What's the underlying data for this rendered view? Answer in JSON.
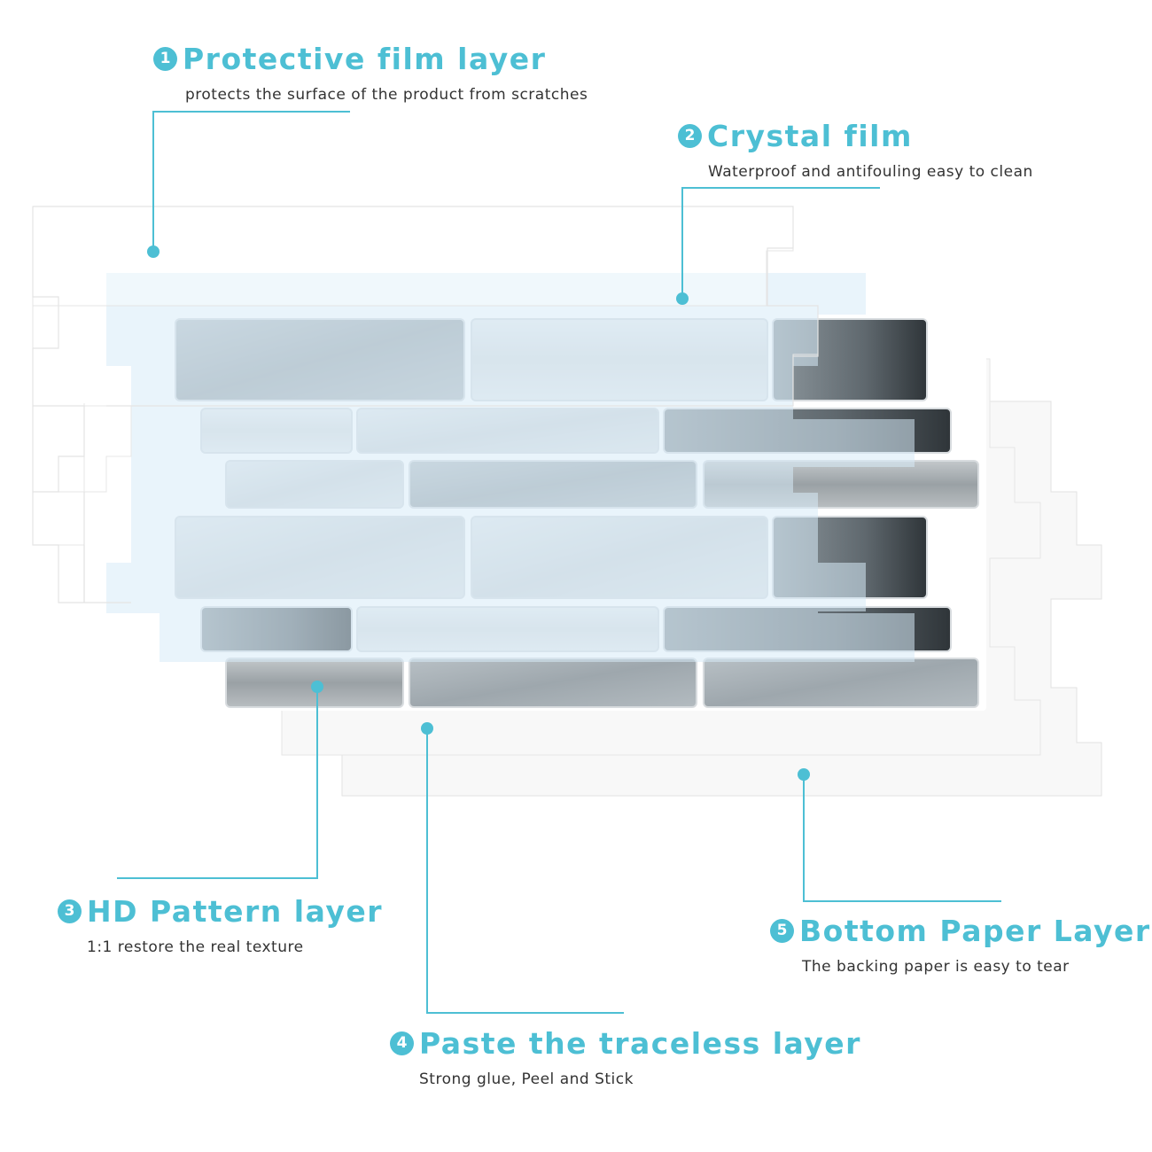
{
  "colors": {
    "accent": "#4dbfd4",
    "glass": "#d7ebf7",
    "paper": "#f8f8f8",
    "grout": "#ffffff",
    "tile_light": "#d2d8dc",
    "tile_mid": "#a9b1b6",
    "tile_dark": "#6e777c"
  },
  "layers": [
    {
      "number": "1",
      "title": "Protective film layer",
      "subtitle": "protects the surface of the product from scratches"
    },
    {
      "number": "2",
      "title": "Crystal film",
      "subtitle": "Waterproof and antifouling easy to clean"
    },
    {
      "number": "3",
      "title": "HD Pattern layer",
      "subtitle": "1:1 restore the real texture"
    },
    {
      "number": "4",
      "title": "Paste the traceless layer",
      "subtitle": "Strong glue, Peel and Stick"
    },
    {
      "number": "5",
      "title": "Bottom Paper Layer",
      "subtitle": "The backing paper is easy to tear"
    }
  ]
}
